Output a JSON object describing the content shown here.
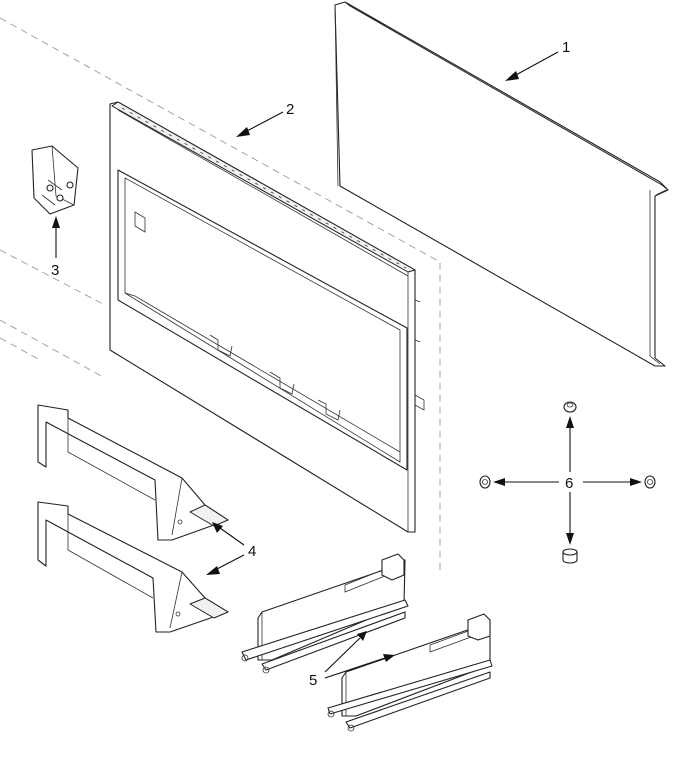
{
  "diagram": {
    "callouts": {
      "c1": "1",
      "c2": "2",
      "c3": "3",
      "c4": "4",
      "c5": "5",
      "c6": "6"
    },
    "line_color": "#222222",
    "background": "#ffffff"
  }
}
